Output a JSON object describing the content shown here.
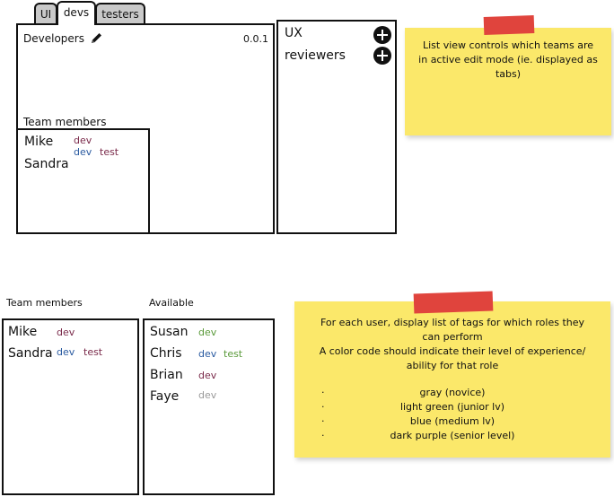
{
  "colors": {
    "novice": "#9a9a9a",
    "junior": "#5a9a3a",
    "medium": "#2a5aa0",
    "senior": "#7a2a4a"
  },
  "tabs": [
    {
      "label": "UI",
      "active": false
    },
    {
      "label": "devs",
      "active": true
    },
    {
      "label": "testers",
      "active": false
    }
  ],
  "team_panel": {
    "title": "Developers",
    "edit_icon": "pencil-icon",
    "version": "0.0.1",
    "members_label": "Team members",
    "members": [
      {
        "name": "Mike",
        "tags": [
          {
            "label": "dev",
            "level": "senior"
          }
        ]
      },
      {
        "name": "Sandra",
        "tags": [
          {
            "label": "dev",
            "level": "medium"
          },
          {
            "label": "test",
            "level": "senior"
          }
        ]
      }
    ]
  },
  "team_list": {
    "items": [
      {
        "label": "UX",
        "icon": "add-circle-icon"
      },
      {
        "label": "reviewers",
        "icon": "add-circle-icon"
      }
    ]
  },
  "note1": {
    "text": "List view controls which teams are in active edit mode (ie. displayed as tabs)"
  },
  "lower": {
    "members_label": "Team members",
    "available_label": "Available",
    "members": [
      {
        "name": "Mike",
        "tags": [
          {
            "label": "dev",
            "level": "senior"
          }
        ]
      },
      {
        "name": "Sandra",
        "tags": [
          {
            "label": "dev",
            "level": "medium"
          },
          {
            "label": "test",
            "level": "senior"
          }
        ]
      }
    ],
    "available": [
      {
        "name": "Susan",
        "tags": [
          {
            "label": "dev",
            "level": "junior"
          }
        ]
      },
      {
        "name": "Chris",
        "tags": [
          {
            "label": "dev",
            "level": "medium"
          },
          {
            "label": "test",
            "level": "junior"
          }
        ]
      },
      {
        "name": "Brian",
        "tags": [
          {
            "label": "dev",
            "level": "senior"
          }
        ]
      },
      {
        "name": "Faye",
        "tags": [
          {
            "label": "dev",
            "level": "novice"
          }
        ]
      }
    ]
  },
  "note2": {
    "line1": "For each user, display list of tags for which roles they can perform",
    "line2": "A color code should indicate their level of experience/ ability for that role",
    "bullets": [
      {
        "dot": "·",
        "text": "gray (novice)"
      },
      {
        "dot": "·",
        "text": "light green (junior lv)"
      },
      {
        "dot": "·",
        "text": "blue (medium lv)"
      },
      {
        "dot": "·",
        "text": "dark purple (senior level)"
      }
    ]
  }
}
